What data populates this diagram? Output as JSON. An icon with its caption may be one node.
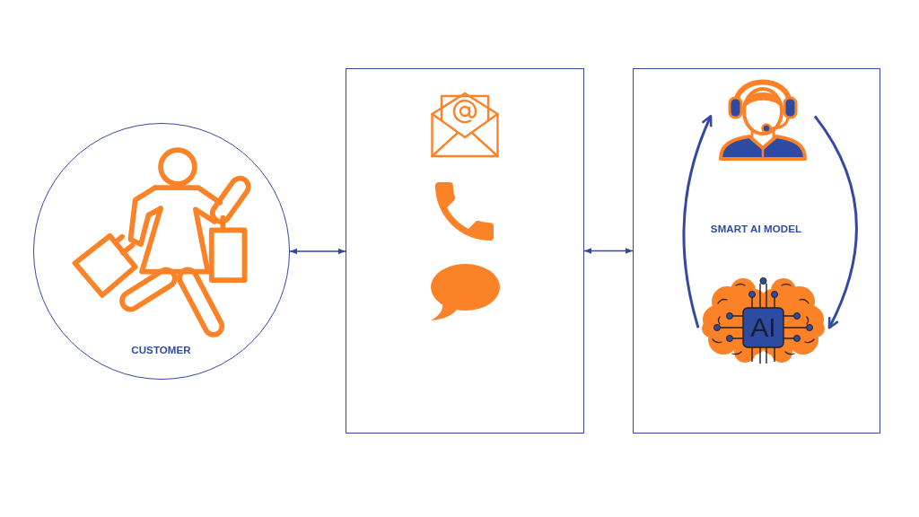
{
  "diagram": {
    "nodes": [
      {
        "text": [
          "CUSTOMER"
        ]
      },
      {
        "text": [],
        "shape": "box"
      },
      {
        "text": [
          "SMART AI MODEL"
        ]
      },
      {
        "text": [],
        "shape": "picture",
        "in": 2
      },
      {
        "text": [
          "AI"
        ],
        "in": 2
      }
    ],
    "edges": [
      {
        "from": 0,
        "to": 1,
        "arrow": "both"
      },
      {
        "from": 1,
        "to": 2,
        "arrow": "both"
      },
      {
        "from": 4,
        "to": 3,
        "arrow": "to",
        "style": "thick"
      },
      {
        "from": 3,
        "to": 4,
        "arrow": "to",
        "style": "thick"
      }
    ]
  }
}
